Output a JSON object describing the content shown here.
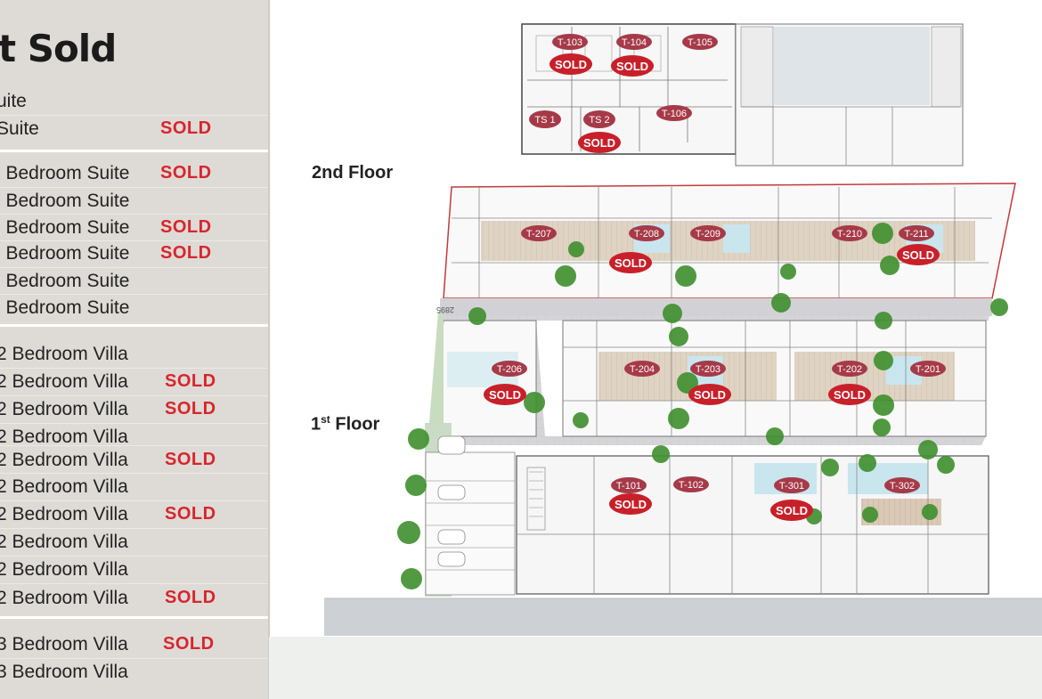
{
  "panel": {
    "title": "t Sold",
    "units": [
      {
        "name": "uite",
        "sold": ""
      },
      {
        "name": "Suite",
        "sold": "SOLD"
      },
      {
        "name": "l Bedroom Suite",
        "sold": "SOLD"
      },
      {
        "name": "l Bedroom Suite",
        "sold": ""
      },
      {
        "name": "l Bedroom Suite",
        "sold": "SOLD"
      },
      {
        "name": "l Bedroom Suite",
        "sold": "SOLD"
      },
      {
        "name": "l Bedroom Suite",
        "sold": ""
      },
      {
        "name": "l Bedroom Suite",
        "sold": ""
      },
      {
        "name": "2 Bedroom Villa",
        "sold": ""
      },
      {
        "name": "2 Bedroom Villa",
        "sold": "SOLD"
      },
      {
        "name": "2 Bedroom Villa",
        "sold": "SOLD"
      },
      {
        "name": "2 Bedroom Villa",
        "sold": ""
      },
      {
        "name": "2 Bedroom Villa",
        "sold": "SOLD"
      },
      {
        "name": "2 Bedroom Villa",
        "sold": ""
      },
      {
        "name": "2 Bedroom Villa",
        "sold": "SOLD"
      },
      {
        "name": "2 Bedroom Villa",
        "sold": ""
      },
      {
        "name": "2 Bedroom Villa",
        "sold": ""
      },
      {
        "name": "2 Bedroom Villa",
        "sold": "SOLD"
      },
      {
        "name": "3 Bedroom Villa",
        "sold": "SOLD"
      },
      {
        "name": "3 Bedroom Villa",
        "sold": ""
      }
    ]
  },
  "plan": {
    "floor2_label": "2nd Floor",
    "floor1_label_base": "1",
    "floor1_label_sup": "st",
    "floor1_label_rest": " Floor",
    "sold_text": "SOLD",
    "street_number": "2895",
    "units": {
      "t103": "T-103",
      "t104": "T-104",
      "t105": "T-105",
      "ts1": "TS 1",
      "ts2": "TS 2",
      "t106": "T-106",
      "t207": "T-207",
      "t208": "T-208",
      "t209": "T-209",
      "t210": "T-210",
      "t211": "T-211",
      "t206": "T-206",
      "t204": "T-204",
      "t203": "T-203",
      "t202": "T-202",
      "t201": "T-201",
      "t101": "T-101",
      "t102": "T-102",
      "t301": "T-301",
      "t302": "T-302"
    },
    "colors": {
      "sold_badge": "#c8202a",
      "unit_badge": "#a63a48",
      "pool": "#c9e6ef",
      "tree": "#3f8f2e",
      "road": "#cdd1d6"
    }
  }
}
